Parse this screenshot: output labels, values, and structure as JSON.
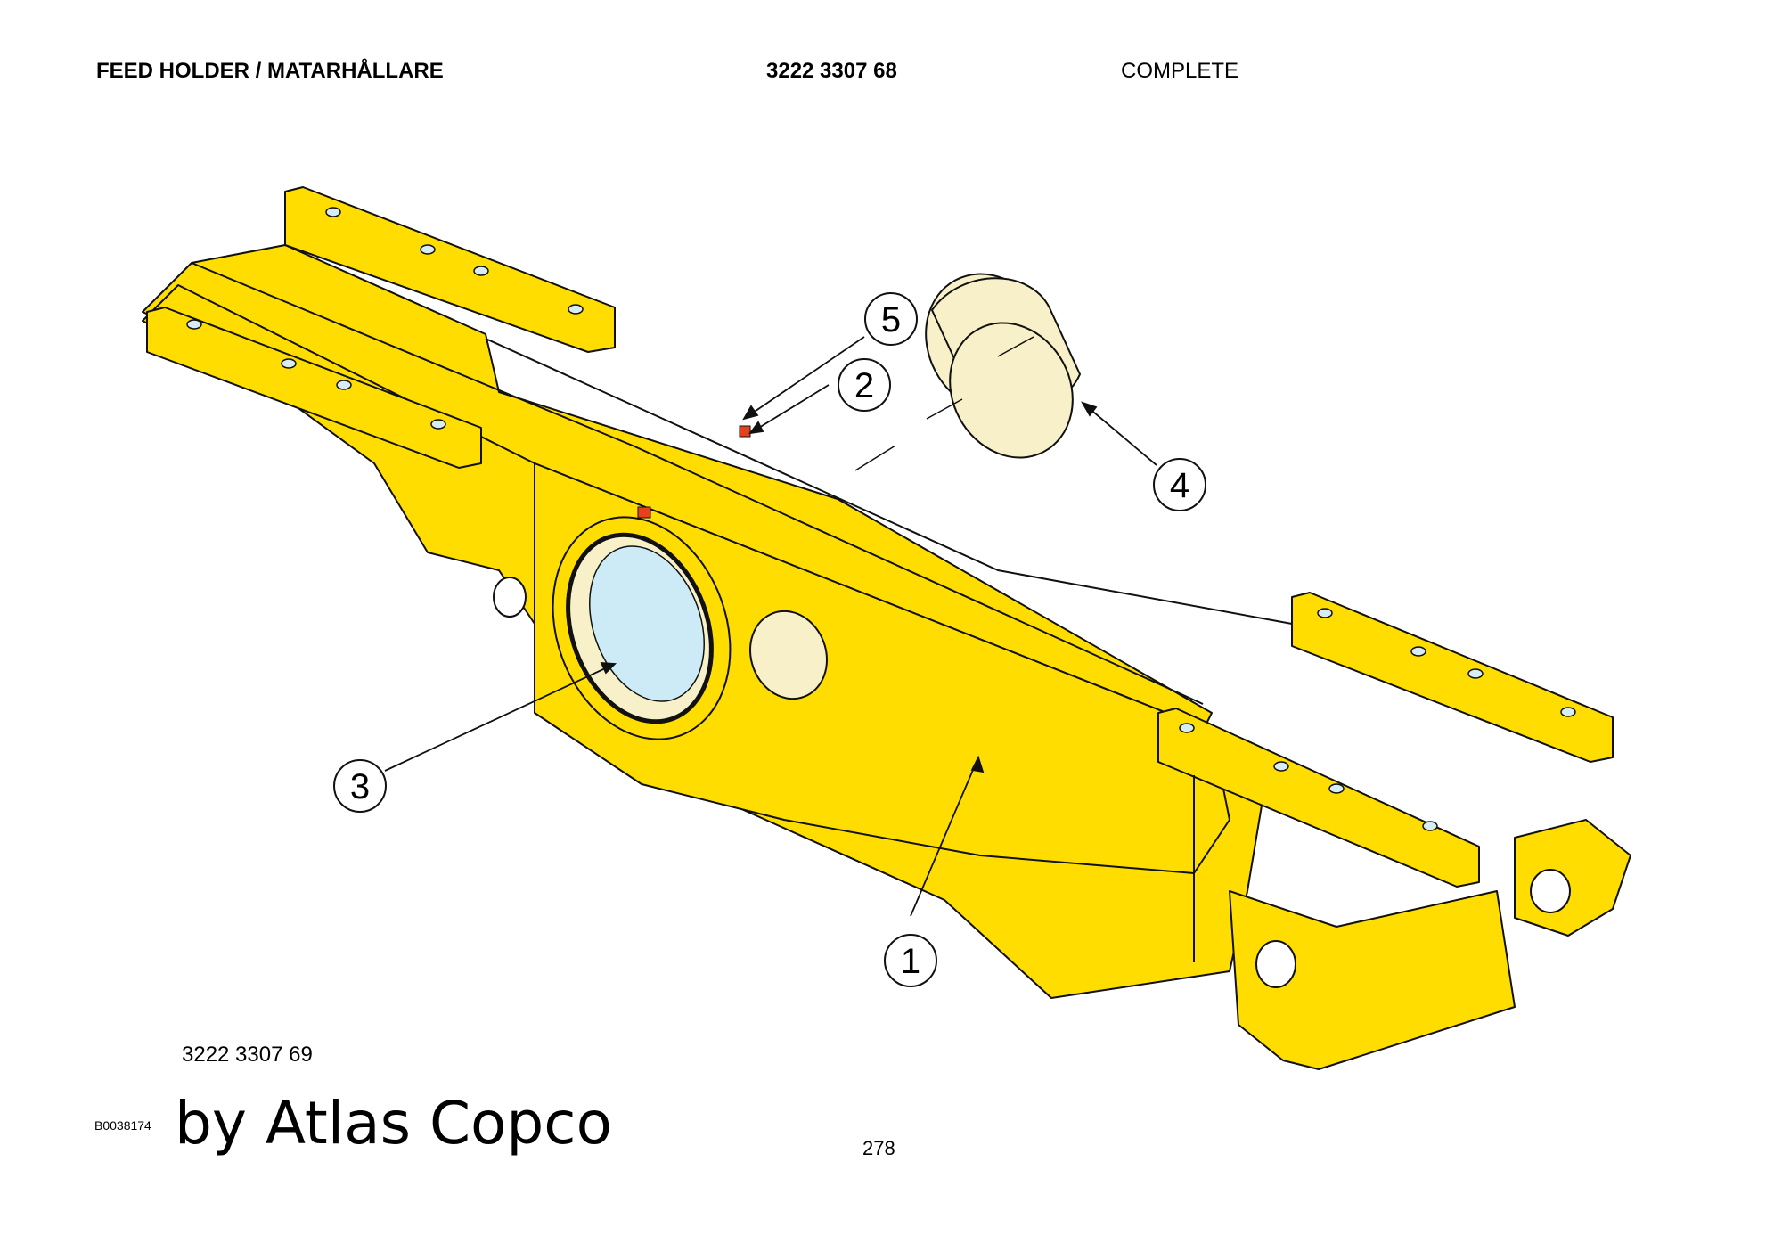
{
  "header": {
    "title": "FEED HOLDER / MATARHÅLLARE",
    "part_number": "3222 3307 68",
    "status": "COMPLETE"
  },
  "footer": {
    "sub_part_number": "3222 3307 69",
    "image_id": "B0038174",
    "brand": "by Atlas Copco",
    "page_number": "278"
  },
  "callouts": [
    "1",
    "2",
    "3",
    "4",
    "5"
  ],
  "colors": {
    "body": "#FFDD00",
    "bushing": "#F7F0C8",
    "bore": "#CDEBF7",
    "bolt_holes": "#D8ECF4",
    "grease_nipple": "#E8401C"
  }
}
